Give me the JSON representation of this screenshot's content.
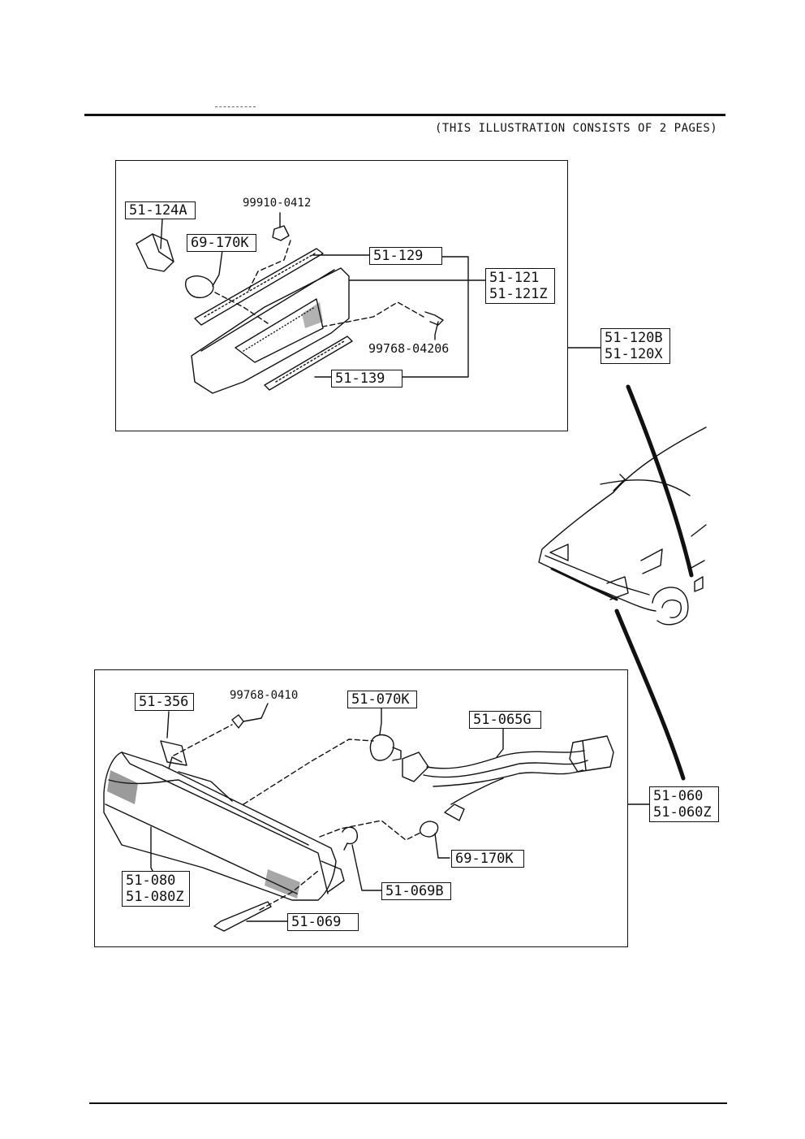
{
  "header": {
    "note": "(THIS ILLUSTRATION CONSISTS OF  2 PAGES)"
  },
  "upper_panel": {
    "labels": {
      "bulb_socket": "51-124A",
      "bulb": "69-170K",
      "clip_part": "99910-0412",
      "gasket_top": "51-129",
      "lamp_1": "51-121",
      "lamp_2": "51-121Z",
      "screw": "99768-04206",
      "gasket_bottom": "51-139"
    }
  },
  "assembly_upper": {
    "line1": "51-120B",
    "line2": "51-120X"
  },
  "lower_panel": {
    "labels": {
      "bracket": "51-356",
      "screw": "99768-0410",
      "bulb_main": "51-070K",
      "harness": "51-065G",
      "bulb_small": "69-170K",
      "grommet": "51-069B",
      "bolt": "51-069",
      "lens_1": "51-080",
      "lens_2": "51-080Z"
    }
  },
  "assembly_lower": {
    "line1": "51-060",
    "line2": "51-060Z"
  }
}
